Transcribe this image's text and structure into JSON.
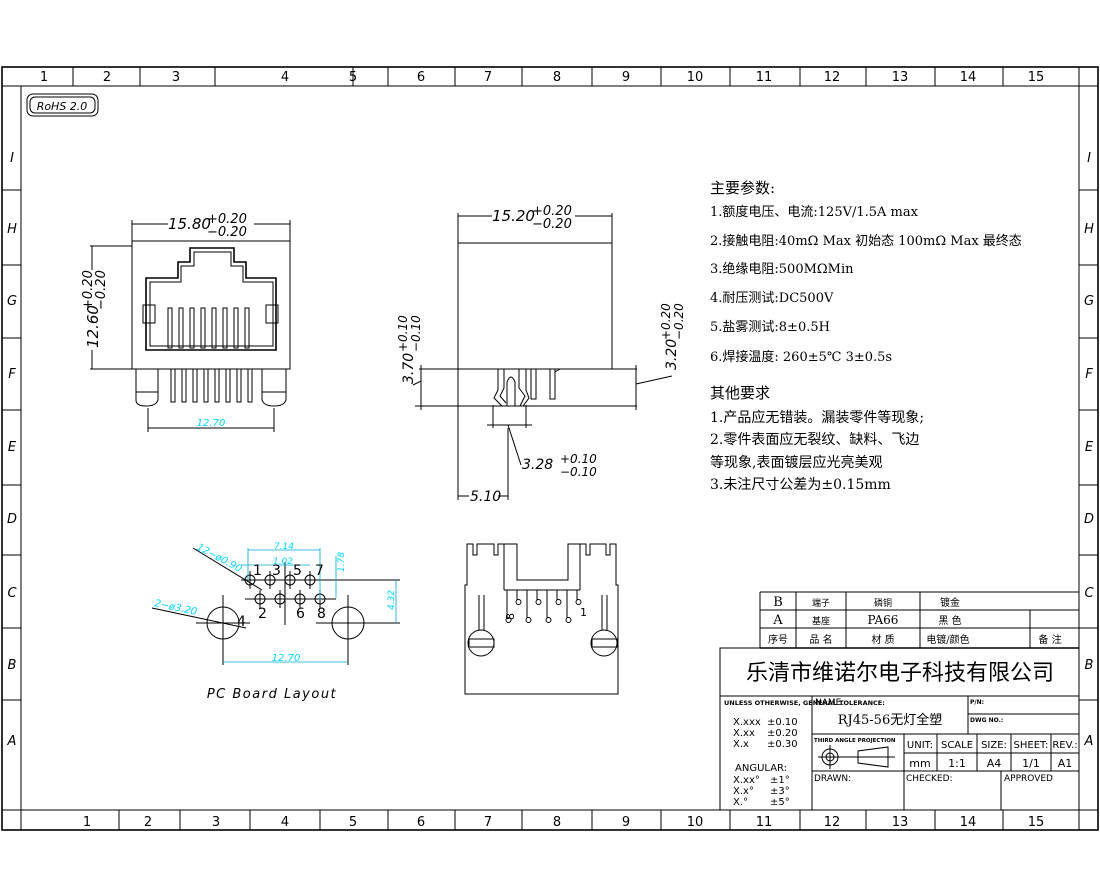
{
  "frame": {
    "columns": [
      "1",
      "2",
      "3",
      "4",
      "5",
      "6",
      "7",
      "8",
      "9",
      "10",
      "11",
      "12",
      "13",
      "14",
      "15"
    ],
    "rows": [
      "I",
      "H",
      "G",
      "F",
      "E",
      "D",
      "C",
      "B",
      "A"
    ]
  },
  "rohs_badge": "RoHS 2.0",
  "front_view": {
    "width_dim": "15.80",
    "width_tol_plus": "+0.20",
    "width_tol_minus": "−0.20",
    "height_dim": "12.60",
    "height_tol_plus": "+0.20",
    "height_tol_minus": "−0.20",
    "post_spacing": "12.70"
  },
  "side_view": {
    "width_dim": "15.20",
    "width_tol_plus": "+0.20",
    "width_tol_minus": "−0.20",
    "pin_len_dim": "3.70",
    "pin_len_tol_plus": "+0.10",
    "pin_len_tol_minus": "−0.10",
    "standoff_dim": "3.20",
    "standoff_tol_plus": "+0.20",
    "standoff_tol_minus": "−0.20",
    "post_dim": "3.28",
    "post_tol_plus": "+0.10",
    "post_tol_minus": "−0.10",
    "offset_dim": "5.10"
  },
  "pcb_layout": {
    "title": "PC Board Layout",
    "pin_hole_note": "12−ø0.90",
    "post_hole_note": "2−ø3.20",
    "span_dim": "7.14",
    "pitch_dim": "1.02",
    "row_offset_dim": "1.78",
    "post_row_dim": "4.32",
    "post_spacing_dim": "12.70",
    "top_pins": [
      "1",
      "3",
      "5",
      "7"
    ],
    "bottom_pins": [
      "2",
      "4",
      "6",
      "8"
    ]
  },
  "bottom_view": {
    "pin_label_first": "1",
    "pin_label_last": "8"
  },
  "specs": {
    "heading": "主要参数:",
    "items": [
      "1.额度电压、电流:125V/1.5A max",
      "2.接触电阻:40mΩ  Max 初始态 100mΩ  Max 最终态",
      "3.绝缘电阻:500MΩMin",
      "4.耐压测试:DC500V",
      "5.盐雾测试:8±0.5H",
      "6.焊接温度: 260±5℃ 3±0.5s"
    ]
  },
  "requirements": {
    "heading": "其他要求",
    "lines": [
      "1.产品应无错装。漏装零件等现象;",
      "2.零件表面应无裂纹、缺料、飞边",
      "等现象,表面镀层应光亮美观",
      "3.未注尺寸公差为±0.15mm"
    ]
  },
  "bom": {
    "rows": [
      {
        "no": "B",
        "name": "端子",
        "material": "磷铜",
        "finish": "镀金",
        "note": ""
      },
      {
        "no": "A",
        "name": "基座",
        "material": "PA66",
        "finish": "黑 色",
        "note": ""
      }
    ],
    "header": {
      "no": "序号",
      "name": "品 名",
      "material": "材 质",
      "finish": "电镀/颜色",
      "note": "备 注"
    }
  },
  "title_block": {
    "company": "乐清市维诺尔电子科技有限公司",
    "tolerance_title": "UNLESS  OTHERWISE, GENERAL TOLERANCE:",
    "tolerance_rows": [
      {
        "k": "X.xxx",
        "v": "±0.10"
      },
      {
        "k": "X.xx",
        "v": "±0.20"
      },
      {
        "k": "X.x",
        "v": "±0.30"
      }
    ],
    "angular_title": "ANGULAR:",
    "angular_rows": [
      {
        "k": "X.xx°",
        "v": "±1°"
      },
      {
        "k": "X.x°",
        "v": "±3°"
      },
      {
        "k": "X.°",
        "v": "±5°"
      }
    ],
    "name_label": "NAME:",
    "name_value": "RJ45-56无灯全塑",
    "pn_label": "P/N:",
    "dwg_label": "DWG NO.:",
    "projection_label": "THIRD ANGLE PROJECTION",
    "unit_label": "UNIT:",
    "unit_value": "mm",
    "scale_label": "SCALE",
    "scale_value": "1:1",
    "size_label": "SIZE:",
    "size_value": "A4",
    "sheet_label": "SHEET:",
    "sheet_value": "1/1",
    "rev_label": "REV.:",
    "rev_value": "A1",
    "drawn_label": "DRAWN:",
    "checked_label": "CHECKED:",
    "approved_label": "APPROVED"
  }
}
